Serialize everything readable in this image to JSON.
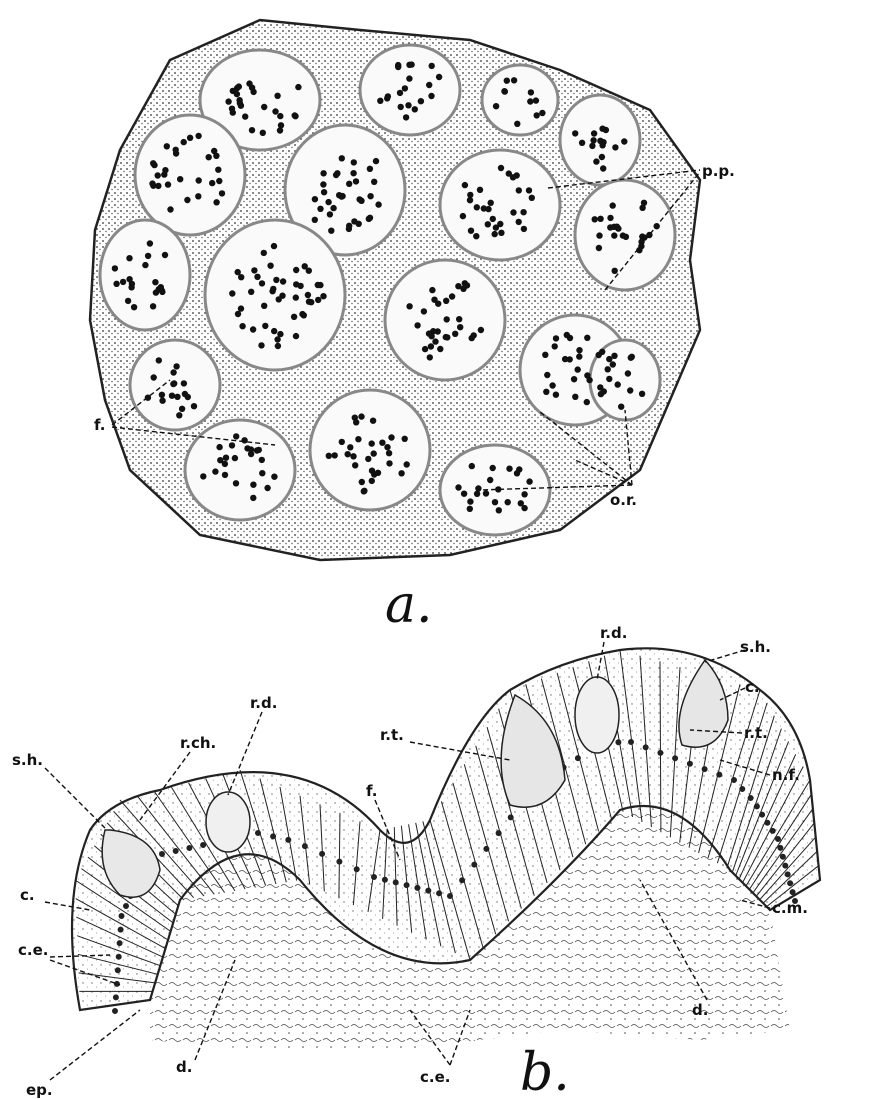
{
  "panel_a": {
    "letter": "a.",
    "labels": {
      "pp": "p.p.",
      "f": "f.",
      "or": "o.r."
    }
  },
  "panel_b": {
    "letter": "b.",
    "labels": {
      "rch": "r.ch.",
      "rd_left": "r.d.",
      "sh_left": "s.h.",
      "c_left": "c.",
      "ce_left": "c.e.",
      "ep": "ep.",
      "d_left": "d.",
      "f": "f.",
      "rt_left": "r.t.",
      "ce_bottom": "c.e.",
      "rd_right": "r.d.",
      "sh_right": "s.h.",
      "c_right": "c.",
      "rt_right": "r.t.",
      "nf": "n.f.",
      "cm": "c.m.",
      "d_right": "d."
    }
  }
}
